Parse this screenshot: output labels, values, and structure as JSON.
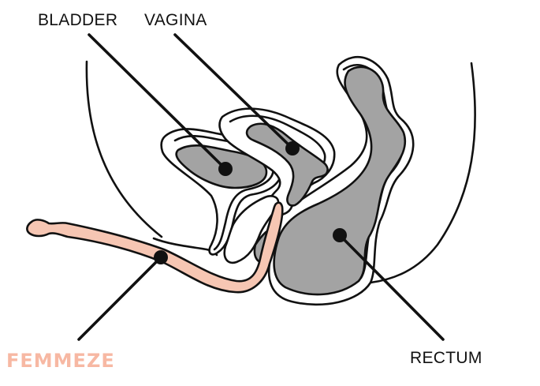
{
  "labels": {
    "bladder": "BLADDER",
    "vagina": "VAGINA",
    "rectum": "RECTUM"
  },
  "brand": {
    "text": "FEMMEZE",
    "color": "#f7b8a3"
  },
  "colors": {
    "outline": "#111111",
    "organ_fill": "#a3a3a3",
    "tissue_fill": "#ffffff",
    "device_fill": "#f6c6b3"
  }
}
